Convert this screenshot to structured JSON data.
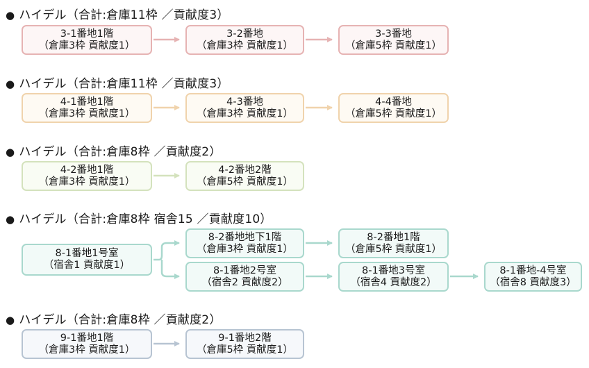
{
  "groups": [
    {
      "heading": "ハイデル（合計:倉庫11枠 ／貢献度3）",
      "nodes": [
        {
          "line1": "3-1番地1階",
          "line2": "（倉庫3枠 貢献度1）"
        },
        {
          "line1": "3-2番地",
          "line2": "（倉庫3枠 貢献度1）"
        },
        {
          "line1": "3-3番地",
          "line2": "（倉庫5枠 貢献度1）"
        }
      ]
    },
    {
      "heading": "ハイデル（合計:倉庫11枠 ／貢献度3）",
      "nodes": [
        {
          "line1": "4-1番地1階",
          "line2": "（倉庫3枠 貢献度1）"
        },
        {
          "line1": "4-3番地",
          "line2": "（倉庫3枠 貢献度1）"
        },
        {
          "line1": "4-4番地",
          "line2": "（倉庫5枠 貢献度1）"
        }
      ]
    },
    {
      "heading": "ハイデル（合計:倉庫8枠 ／貢献度2）",
      "nodes": [
        {
          "line1": "4-2番地1階",
          "line2": "（倉庫3枠 貢献度1）"
        },
        {
          "line1": "4-2番地2階",
          "line2": "（倉庫5枠 貢献度1）"
        }
      ]
    },
    {
      "heading": "ハイデル（合計:倉庫8枠 宿舎15 ／貢献度10）",
      "nodes": [
        {
          "line1": "8-1番地1号室",
          "line2": "（宿舎1 貢献度1）"
        },
        {
          "line1": "8-2番地地下1階",
          "line2": "（倉庫3枠 貢献度1）"
        },
        {
          "line1": "8-2番地1階",
          "line2": "（倉庫5枠 貢献度1）"
        },
        {
          "line1": "8-1番地2号室",
          "line2": "（宿舎2 貢献度2）"
        },
        {
          "line1": "8-1番地3号室",
          "line2": "（宿舎4 貢献度2）"
        },
        {
          "line1": "8-1番地-4号室",
          "line2": "（宿舎8 貢献度3）"
        }
      ]
    },
    {
      "heading": "ハイデル（合計:倉庫8枠 ／貢献度2）",
      "nodes": [
        {
          "line1": "9-1番地1階",
          "line2": "（倉庫3枠 貢献度1）"
        },
        {
          "line1": "9-1番地2階",
          "line2": "（倉庫5枠 貢献度1）"
        }
      ]
    }
  ],
  "bullet": "●",
  "colors": {
    "group1": "#e6b3b3",
    "group2": "#f0d3ac",
    "group3": "#d4e2bd",
    "group4": "#a9d8cd",
    "group5": "#b7c4d2"
  }
}
